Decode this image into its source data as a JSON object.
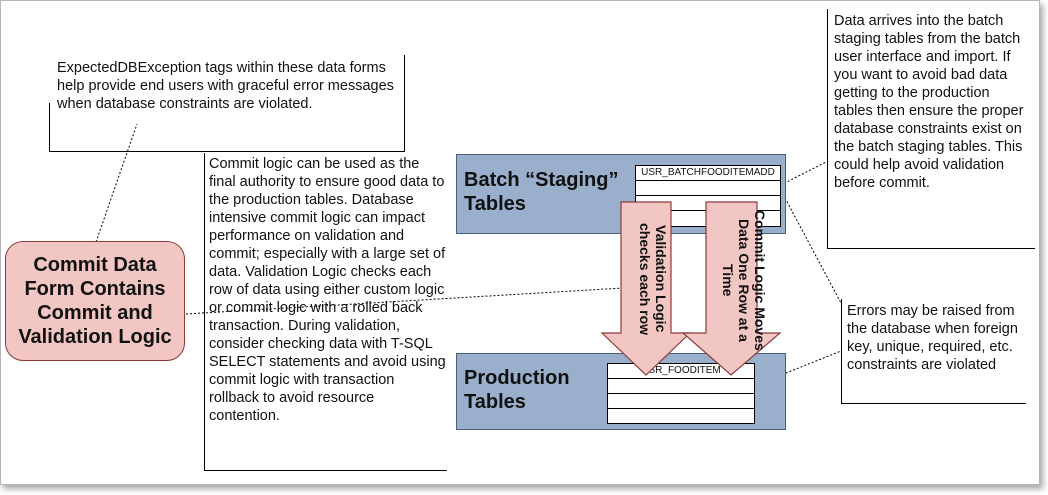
{
  "main_box": {
    "text": "Commit Data Form Contains Commit and Validation Logic"
  },
  "notes": {
    "exception": "ExpectedDBException tags within these data forms help provide end users with graceful error messages when database constraints are violated.",
    "commit": "Commit logic can be used as the final authority to ensure good data to the production tables. Database intensive commit logic can impact performance on validation and commit; especially with a large set of data. Validation Logic checks each row of data using either custom logic or commit logic with a rolled back transaction.  During validation, consider checking data with T-SQL SELECT statements and avoid using commit logic with transaction rollback to avoid resource contention.",
    "arrives": "Data arrives into the batch staging tables from the batch user interface and import.  If you want to avoid bad data getting to the production tables then ensure the proper database constraints exist on the batch staging tables.  This could help avoid validation before commit.",
    "errors": "Errors may be raised from the database when foreign key, unique, required, etc. constraints are violated"
  },
  "batch": {
    "label_line1": "Batch “Staging”",
    "label_line2": "Tables",
    "table_name": "USR_BATCHFOODITEMADD"
  },
  "production": {
    "label_line1": "Production",
    "label_line2": "Tables",
    "table_name": "USR_FOODITEM"
  },
  "arrows": {
    "validation_label": "Validation Logic checks each row",
    "commit_label": "Commit Logic Moves Data One Row at a Time"
  },
  "colors": {
    "pink_fill": "#f2c7c3",
    "pink_border": "#8b3a3a",
    "blue_fill": "#9aafcb",
    "blue_border": "#4a5e7a"
  }
}
